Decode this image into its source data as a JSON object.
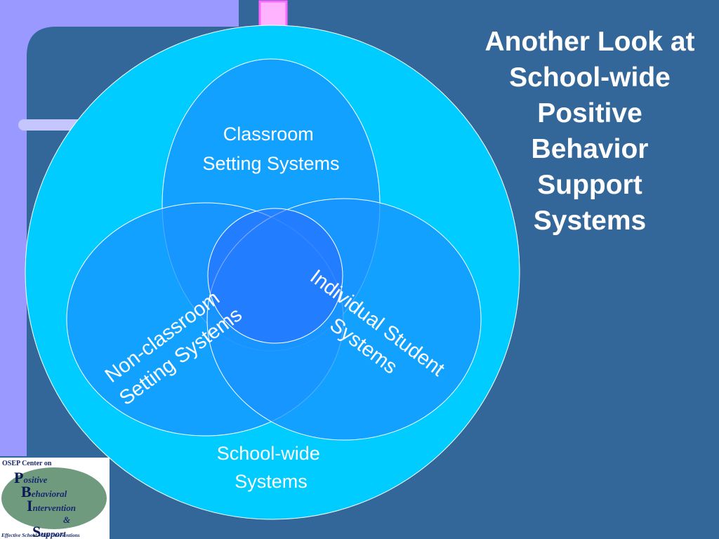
{
  "title_lines": [
    "Another Look at",
    "School-wide",
    "Positive",
    "Behavior",
    "Support",
    "Systems"
  ],
  "diagram": {
    "outer_label_lines": [
      "School-wide",
      "Systems"
    ],
    "top_label_lines": [
      "Classroom",
      "Setting Systems"
    ],
    "left_label_lines": [
      "Non-classroom",
      "Setting Systems"
    ],
    "right_label_lines": [
      "Individual Student",
      "Systems"
    ]
  },
  "logo": {
    "header": "OSEP Center on",
    "lines": [
      {
        "cap": "P",
        "rest": "ositive"
      },
      {
        "cap": "B",
        "rest": "ehavioral"
      },
      {
        "cap": "I",
        "rest": "ntervention"
      },
      {
        "cap": "",
        "rest": "&"
      },
      {
        "cap": "S",
        "rest": "upport"
      }
    ],
    "footer": "Effective School-Wide Interventions"
  },
  "colors": {
    "background": "#336699",
    "frame": "#9999ff",
    "arrow": "#ff99ff",
    "outer_circle": "#00ccff",
    "ellipse_fill": "#1a93ff",
    "text": "#ffffff"
  }
}
